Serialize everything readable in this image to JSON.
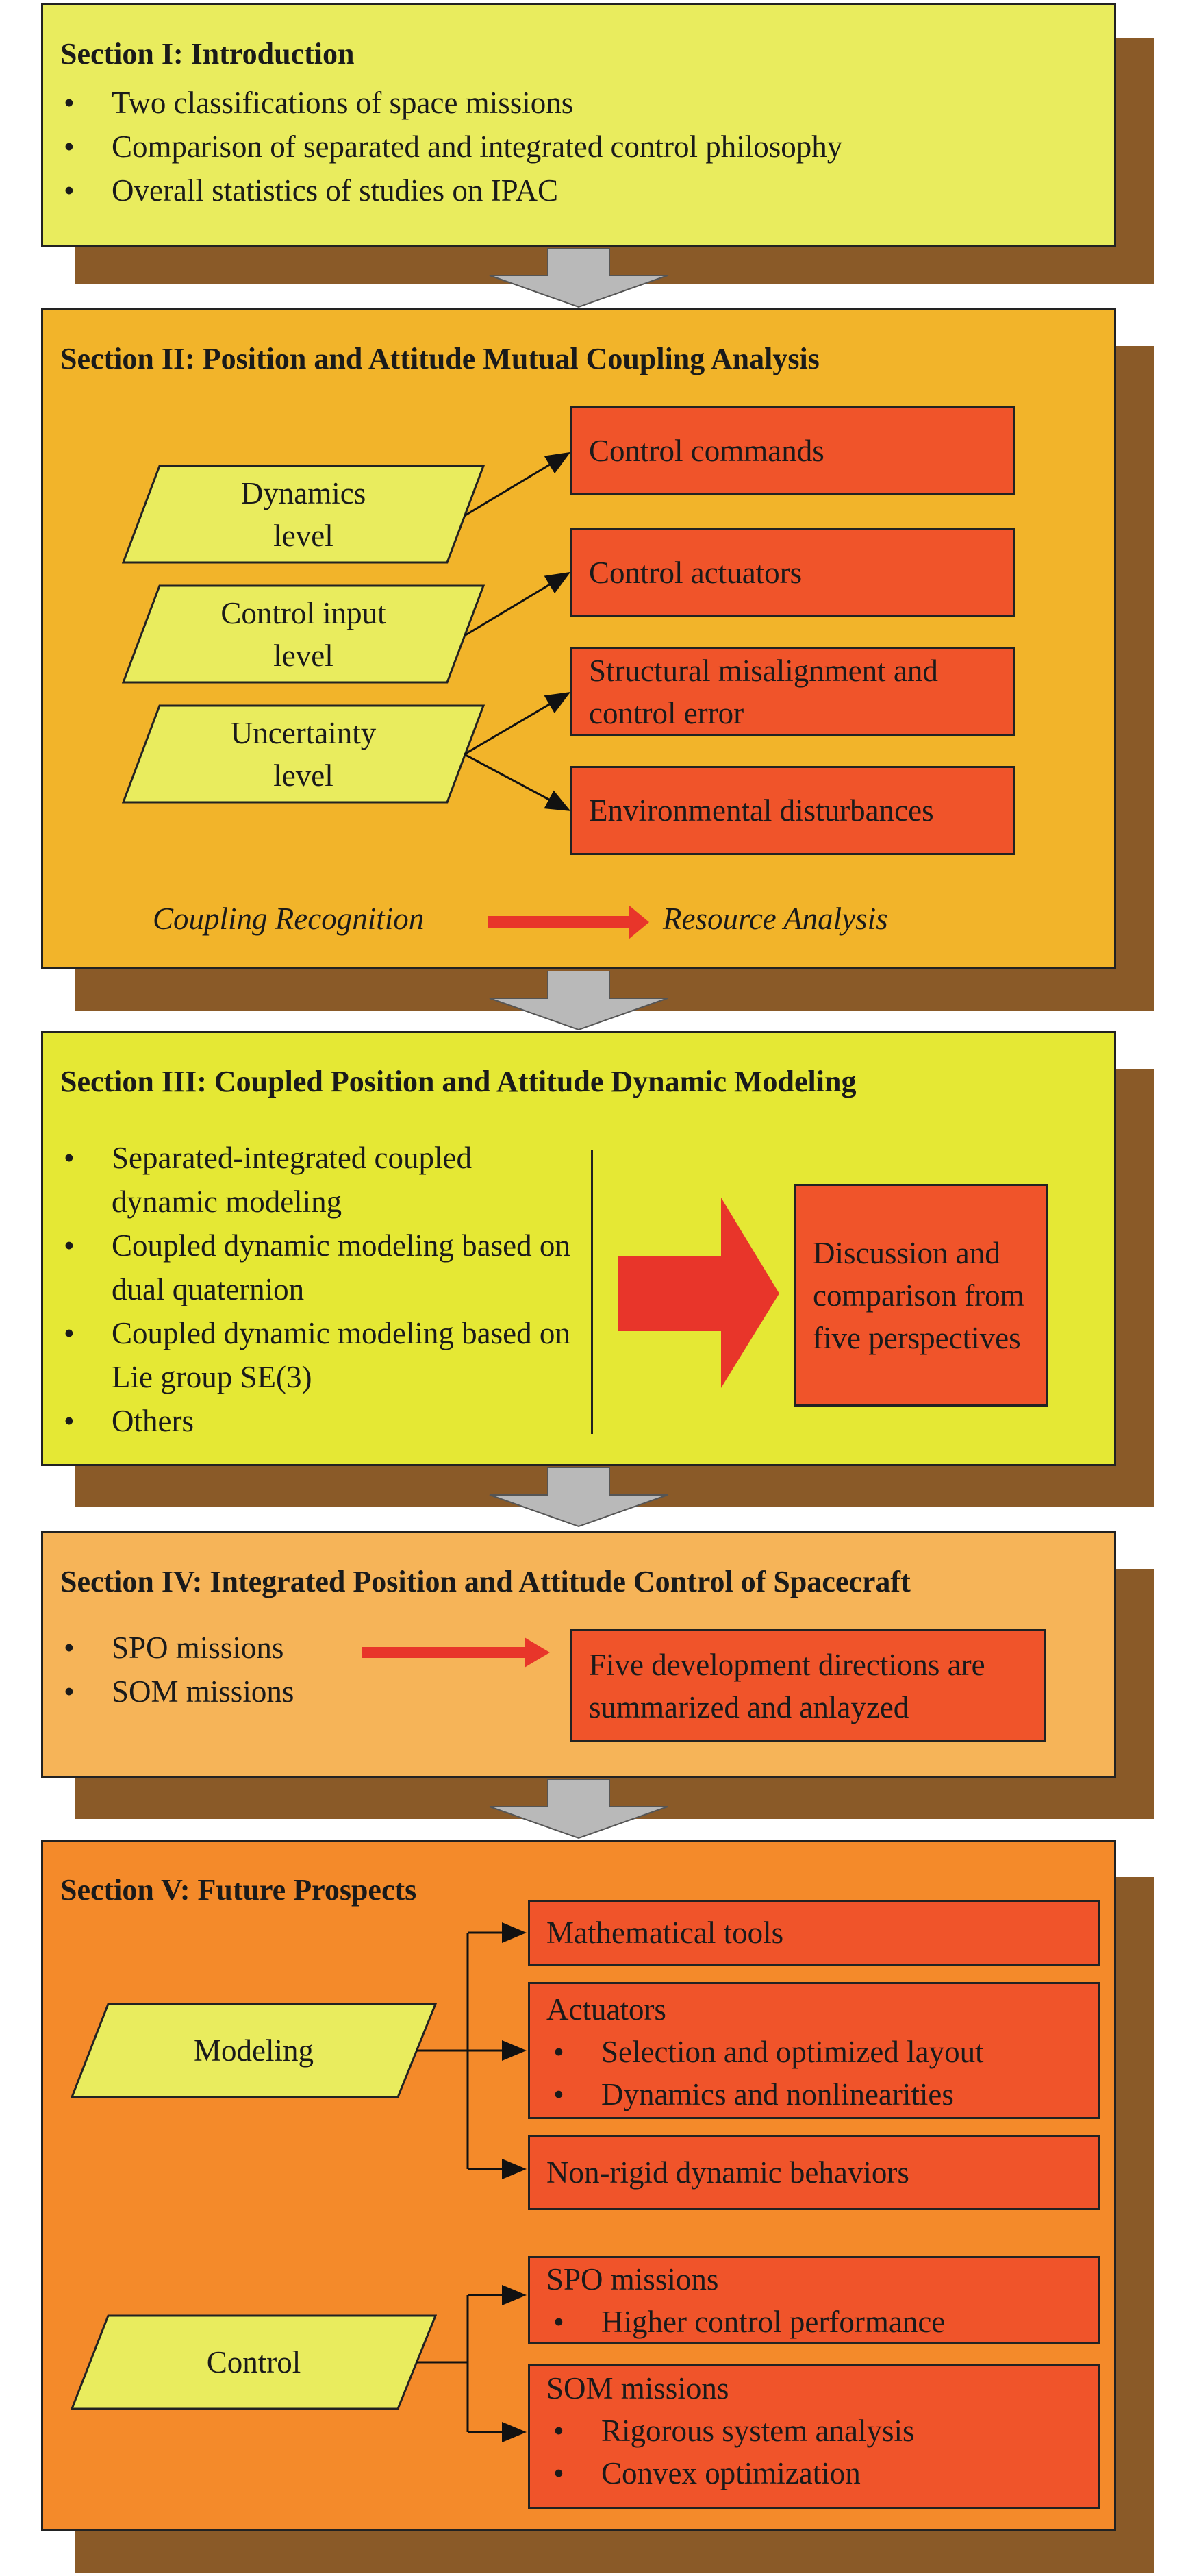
{
  "colors": {
    "s1": "#e9ec5e",
    "s2": "#f2b42a",
    "s3": "#e5e834",
    "s4": "#f6b458",
    "s5": "#f48a2a",
    "red": "#f0542a",
    "shadow": "#8a5a28",
    "para": "#e9ec5e",
    "arrow": "#e8352a",
    "connector": "#b9b9b9"
  },
  "s1": {
    "title": "Section I: Introduction",
    "items": [
      "Two classifications of space missions",
      "Comparison of separated and integrated control philosophy",
      "Overall statistics of studies on IPAC"
    ]
  },
  "s2": {
    "title": "Section II: Position and Attitude Mutual Coupling Analysis",
    "levels": [
      "Dynamics level",
      "Control input level",
      "Uncertainty level"
    ],
    "levels_l1": [
      "Dynamics",
      "Control input",
      "Uncertainty"
    ],
    "levels_l2": [
      "level",
      "level",
      "level"
    ],
    "boxes": [
      "Control commands",
      "Control actuators",
      "Structural misalignment and control error",
      "Environmental disturbances"
    ],
    "flow_from": "Coupling Recognition",
    "flow_to": "Resource Analysis"
  },
  "s3": {
    "title": "Section III: Coupled Position and Attitude Dynamic Modeling",
    "items": [
      "Separated-integrated coupled dynamic modeling",
      "Coupled dynamic modeling based on dual quaternion",
      "Coupled dynamic modeling based on Lie group SE(3)",
      "Others"
    ],
    "box": "Discussion and comparison from five perspectives"
  },
  "s4": {
    "title": "Section IV: Integrated Position and Attitude Control of Spacecraft",
    "items": [
      "SPO missions",
      "SOM missions"
    ],
    "box": "Five development directions are summarized and anlayzed"
  },
  "s5": {
    "title": "Section V: Future Prospects",
    "modeling": "Modeling",
    "control": "Control",
    "math": "Mathematical tools",
    "actuators": {
      "head": "Actuators",
      "items": [
        "Selection and optimized layout",
        "Dynamics and nonlinearities"
      ]
    },
    "nonrigid": "Non-rigid dynamic behaviors",
    "spo": {
      "head": "SPO missions",
      "items": [
        "Higher control performance"
      ]
    },
    "som": {
      "head": "SOM missions",
      "items": [
        "Rigorous system analysis",
        "Convex optimization"
      ]
    }
  }
}
